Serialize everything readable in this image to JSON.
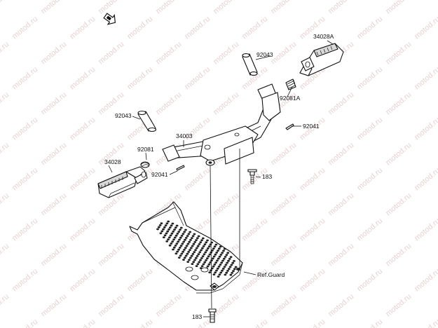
{
  "watermark": "motod.ru",
  "labels": {
    "p34028A": "34028A",
    "p92043_top": "92043",
    "p92081A": "92081A",
    "p92041_right": "92041",
    "p92043_left": "92043",
    "p34003": "34003",
    "p92081": "92081",
    "p34028": "34028",
    "p92041_left": "92041",
    "p183_mid": "183",
    "p_ref_guard": "Ref.Guard",
    "p183_bottom": "183"
  },
  "icons": {
    "front_arrow": "front-direction-arrow-icon"
  }
}
